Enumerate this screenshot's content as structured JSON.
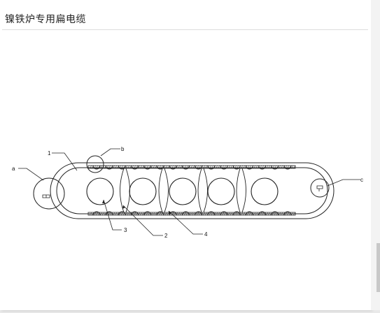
{
  "dialog": {
    "title": "镍铁炉专用扁电缆"
  },
  "figure": {
    "labels": {
      "a": "a",
      "b": "b",
      "c": "c",
      "one": "1",
      "two": "2",
      "three": "3",
      "four": "4"
    }
  },
  "colors": {
    "line": "#222222",
    "background": "#ffffff",
    "rule": "#dcdcdc"
  }
}
